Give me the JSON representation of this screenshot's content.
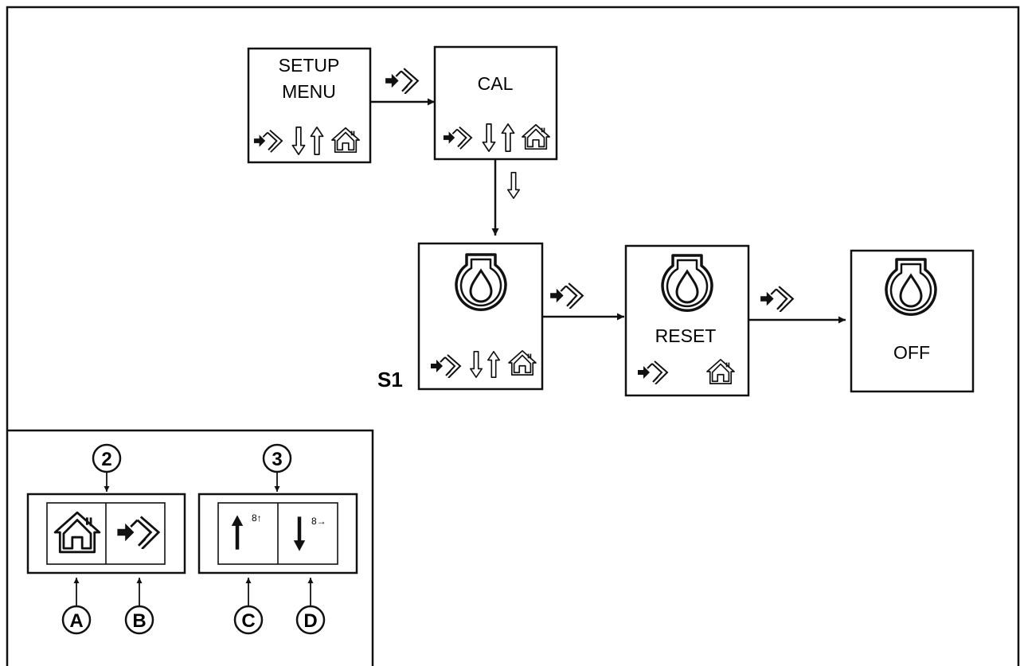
{
  "menu": {
    "setup_line1": "SETUP",
    "setup_line2": "MENU",
    "cal": "CAL",
    "reset": "RESET",
    "off": "OFF",
    "screen_label": "S1"
  },
  "legend": {
    "group_2": "2",
    "group_3": "3",
    "key_a": "A",
    "key_b": "B",
    "key_c": "C",
    "key_d": "D",
    "up_superscript": "8↑",
    "down_superscript": "8→"
  },
  "icons": [
    "enter-icon",
    "down-arrow-icon",
    "up-arrow-icon",
    "home-icon",
    "drop-icon"
  ]
}
